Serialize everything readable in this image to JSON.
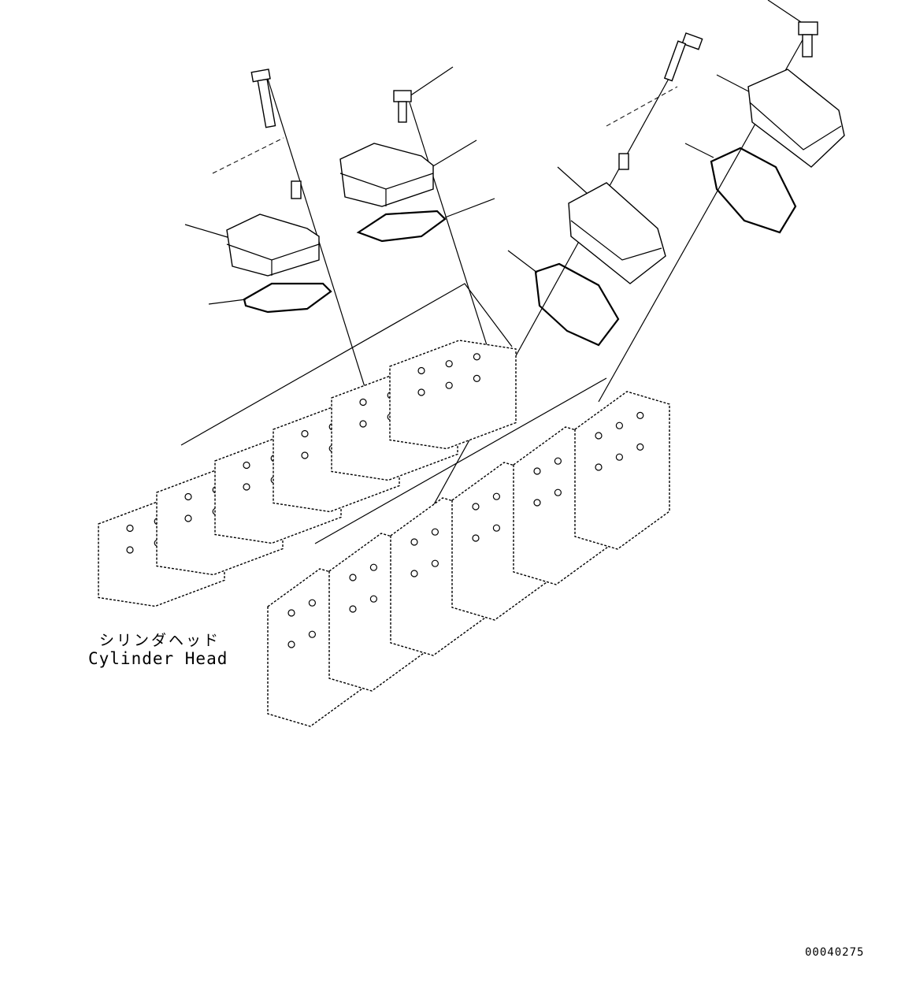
{
  "diagram": {
    "part_label_jp": "シリンダヘッド",
    "part_label_en": "Cylinder Head",
    "drawing_code": "00040275",
    "line_color": "#000000",
    "background": "#ffffff"
  }
}
